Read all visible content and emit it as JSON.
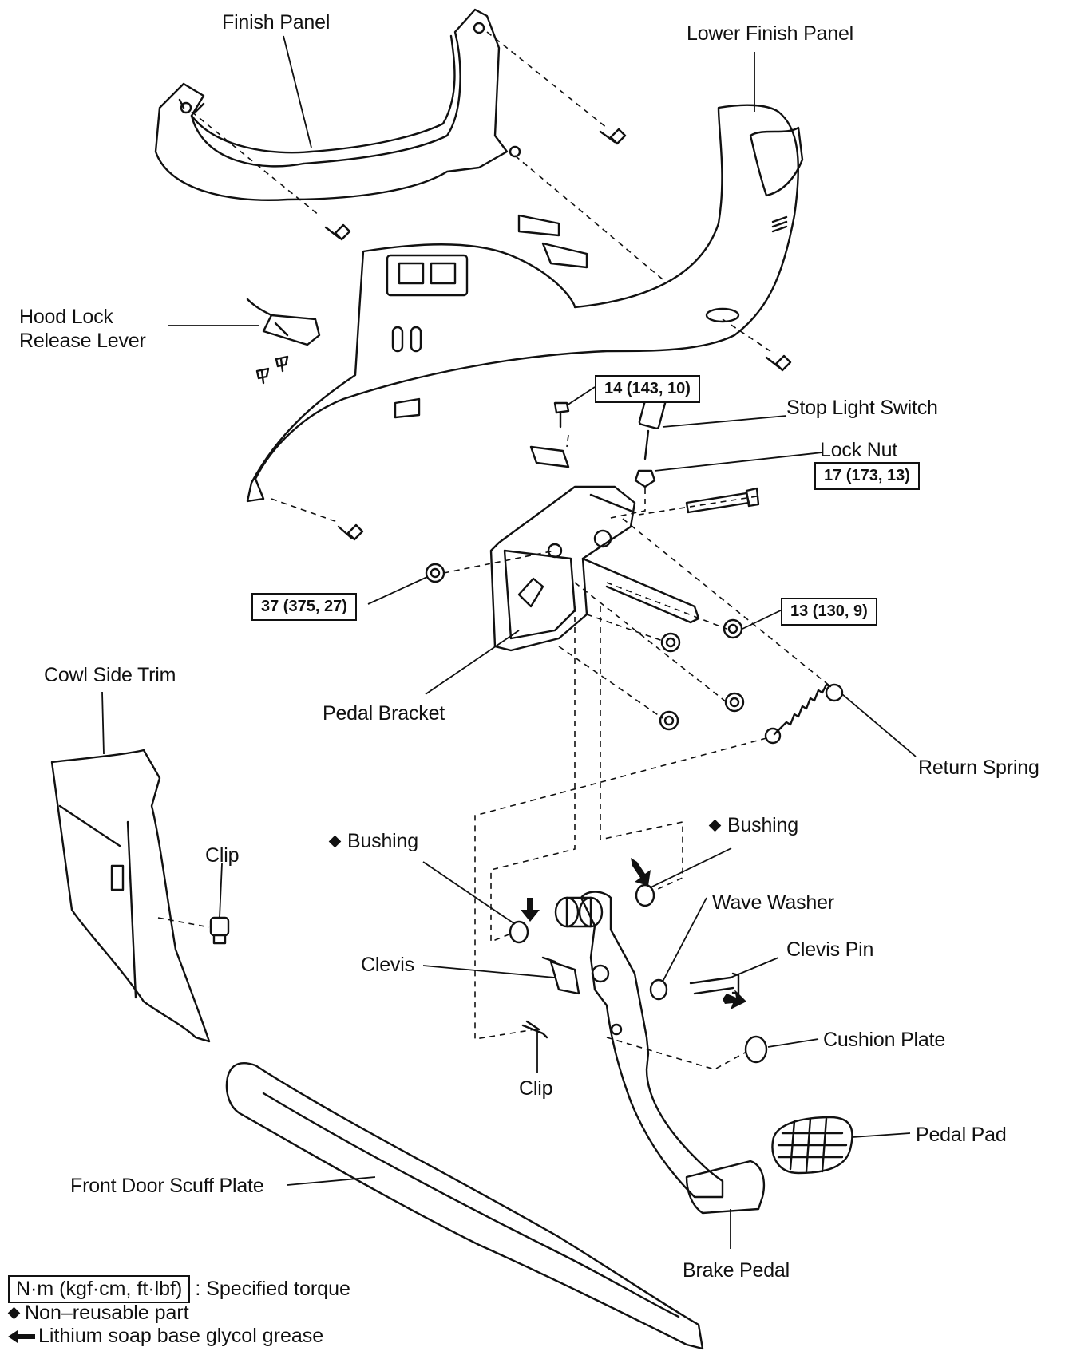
{
  "labels": {
    "finish_panel": "Finish Panel",
    "lower_finish_panel": "Lower Finish Panel",
    "hood_lock_line1": "Hood Lock",
    "hood_lock_line2": "Release Lever",
    "stop_light_switch": "Stop Light Switch",
    "lock_nut": "Lock Nut",
    "pedal_bracket": "Pedal Bracket",
    "return_spring": "Return Spring",
    "cowl_side_trim": "Cowl Side Trim",
    "clip_upper": "Clip",
    "bushing_left": "Bushing",
    "bushing_right": "Bushing",
    "wave_washer": "Wave Washer",
    "clevis_pin": "Clevis Pin",
    "clevis": "Clevis",
    "cushion_plate": "Cushion Plate",
    "clip_lower": "Clip",
    "pedal_pad": "Pedal Pad",
    "front_door_scuff_plate": "Front Door Scuff Plate",
    "brake_pedal": "Brake Pedal"
  },
  "torques": {
    "t1": "14 (143, 10)",
    "t2": "17 (173, 13)",
    "t3": "37 (375, 27)",
    "t4": "13 (130, 9)"
  },
  "legend": {
    "torque_box": "N·m (kgf·cm, ft·lbf)",
    "torque_text": ": Specified torque",
    "nonreusable_text": "Non–reusable part",
    "grease_text": "Lithium soap base glycol grease"
  }
}
